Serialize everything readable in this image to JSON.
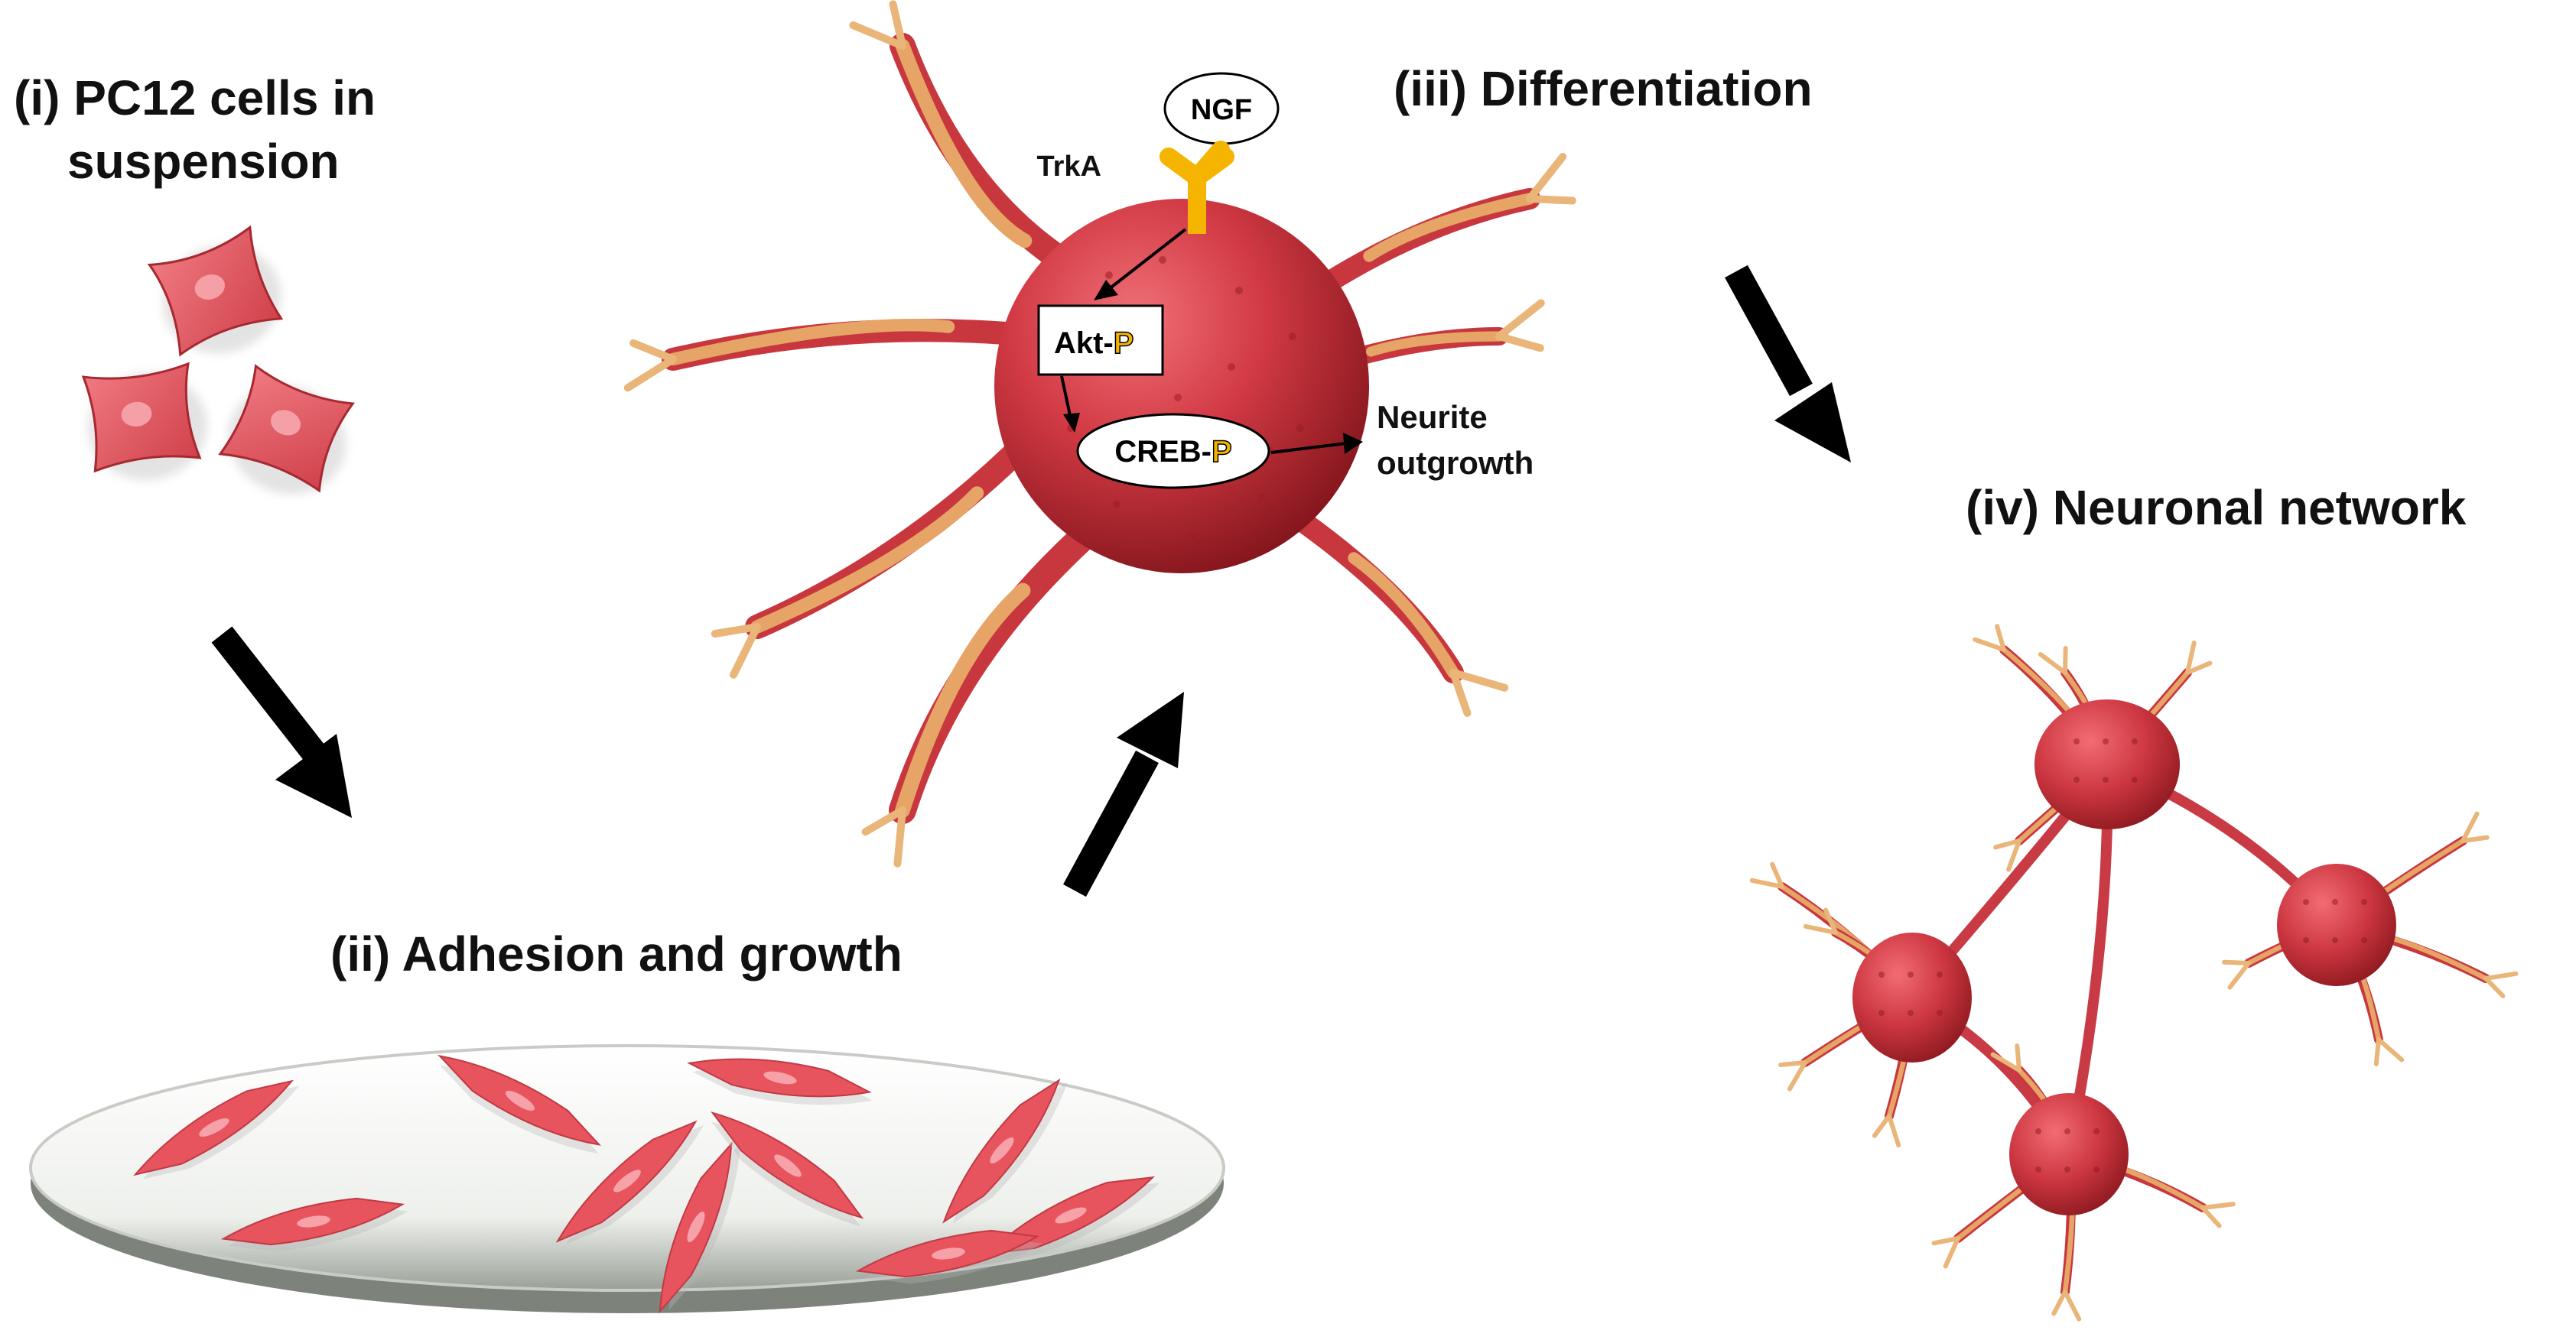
{
  "stages": {
    "suspension": {
      "line1": "(i) PC12 cells in",
      "line2": "suspension"
    },
    "adhesion": {
      "label": "(ii) Adhesion  and growth"
    },
    "differentiation": {
      "label": "(iii)  Differentiation"
    },
    "network": {
      "label": "(iv)  Neuronal network"
    }
  },
  "pathway": {
    "ngf": "NGF",
    "trka": "TrkA",
    "akt": "Akt-",
    "creb": "CREB-",
    "phospho": "P",
    "outcome_line1": "Neurite",
    "outcome_line2": "outgrowth"
  },
  "colors": {
    "cell_body": "#c8323c",
    "cell_dark": "#8e1a22",
    "neurite": "#e0a060",
    "receptor": "#f4b400",
    "arrow": "#000000",
    "dish": "#f2f4f0"
  }
}
